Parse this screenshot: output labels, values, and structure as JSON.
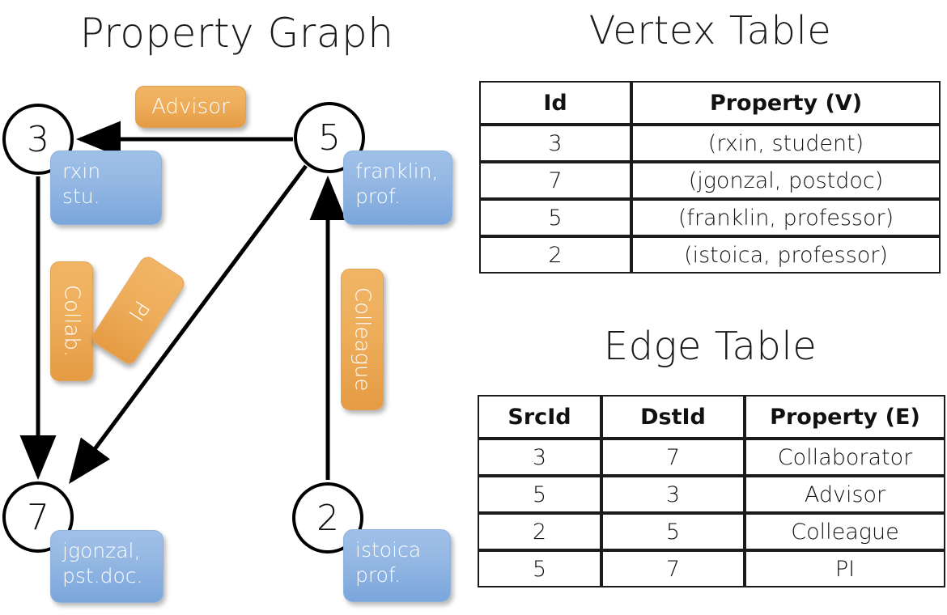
{
  "titles": {
    "property_graph": "Property Graph",
    "vertex_table": "Vertex Table",
    "edge_table": "Edge Table"
  },
  "colors": {
    "vertex_box_blue": "#95b8e3",
    "edge_label_orange": "#eeae5b",
    "vertex_table_cell": "#ccd9ed",
    "edge_table_cell": "#f7ddc2",
    "stroke": "#000000",
    "background": "#ffffff"
  },
  "graph": {
    "nodes": [
      {
        "id": "3",
        "property_line1": "rxin",
        "property_line2": "stu."
      },
      {
        "id": "5",
        "property_line1": "franklin,",
        "property_line2": "prof."
      },
      {
        "id": "7",
        "property_line1": "jgonzal,",
        "property_line2": "pst.doc."
      },
      {
        "id": "2",
        "property_line1": "istoica",
        "property_line2": "prof."
      }
    ],
    "edge_labels": [
      {
        "name": "advisor",
        "text": "Advisor"
      },
      {
        "name": "collab",
        "text": "Collab."
      },
      {
        "name": "pi",
        "text": "PI"
      },
      {
        "name": "colleague",
        "text": "Colleague"
      }
    ],
    "edges": [
      {
        "src": "5",
        "dst": "3",
        "label": "Advisor"
      },
      {
        "src": "3",
        "dst": "7",
        "label": "Collab."
      },
      {
        "src": "5",
        "dst": "7",
        "label": "PI"
      },
      {
        "src": "2",
        "dst": "5",
        "label": "Colleague"
      }
    ]
  },
  "vertex_table": {
    "headers": [
      "Id",
      "Property (V)"
    ],
    "rows": [
      {
        "id": "3",
        "property": "(rxin, student)"
      },
      {
        "id": "7",
        "property": "(jgonzal, postdoc)"
      },
      {
        "id": "5",
        "property": "(franklin, professor)"
      },
      {
        "id": "2",
        "property": "(istoica, professor)"
      }
    ]
  },
  "edge_table": {
    "headers": [
      "SrcId",
      "DstId",
      "Property (E)"
    ],
    "rows": [
      {
        "src": "3",
        "dst": "7",
        "property": "Collaborator"
      },
      {
        "src": "5",
        "dst": "3",
        "property": "Advisor"
      },
      {
        "src": "2",
        "dst": "5",
        "property": "Colleague"
      },
      {
        "src": "5",
        "dst": "7",
        "property": "PI"
      }
    ]
  }
}
